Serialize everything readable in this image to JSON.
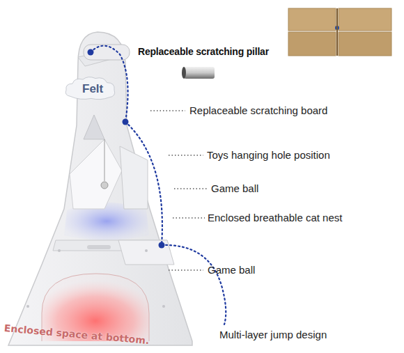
{
  "diagram": {
    "nodes": [
      {
        "text": [
          "Felt"
        ]
      }
    ],
    "labels": [
      "Replaceable scratching pillar",
      "Replaceable scratching board",
      "Toys hanging hole position",
      "Game ball",
      "Enclosed breathable cat nest",
      "Game ball",
      "Multi-layer jump design",
      "Enclosed space at bottom."
    ]
  }
}
